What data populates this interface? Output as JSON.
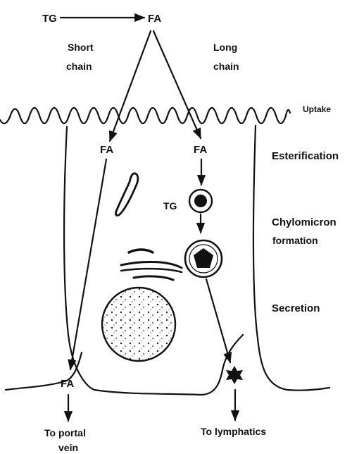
{
  "top": {
    "tg": "TG",
    "fa": "FA"
  },
  "branches": {
    "short_line1": "Short",
    "short_line2": "chain",
    "long_line1": "Long",
    "long_line2": "chain"
  },
  "cell": {
    "fa_left": "FA",
    "fa_right": "FA",
    "tg": "TG",
    "fa_bottom": "FA"
  },
  "stages": {
    "uptake": "Uptake",
    "esterification": "Esterification",
    "chylomicron_line1": "Chylomicron",
    "chylomicron_line2": "formation",
    "secretion": "Secretion"
  },
  "outputs": {
    "portal_line1": "To portal",
    "portal_line2": "vein",
    "lymphatics": "To lymphatics"
  }
}
